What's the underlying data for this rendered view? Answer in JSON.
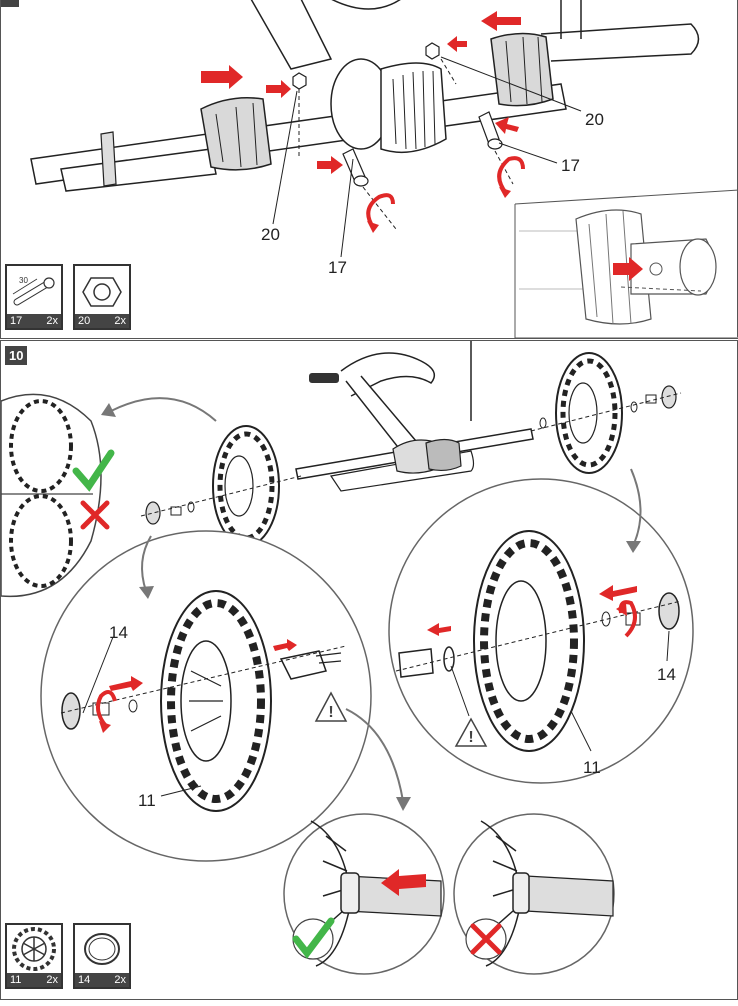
{
  "colors": {
    "arrow_red": "#e02828",
    "check_green": "#43b649",
    "line": "#222222",
    "panel_bg": "#ffffff",
    "badge_bg": "#444444"
  },
  "step9": {
    "callouts": {
      "nut_left": "20",
      "nut_right": "20",
      "bolt_left": "17",
      "bolt_right": "17"
    },
    "parts": [
      {
        "id": "17",
        "qty": "2x",
        "icon": "bolt-icon",
        "dimension": "30"
      },
      {
        "id": "20",
        "qty": "2x",
        "icon": "nut-icon"
      }
    ]
  },
  "step10": {
    "step_number": "10",
    "callouts": {
      "cap_left": "14",
      "wheel_left": "11",
      "cap_right": "14",
      "wheel_right": "11"
    },
    "parts": [
      {
        "id": "11",
        "qty": "2x",
        "icon": "wheel-icon"
      },
      {
        "id": "14",
        "qty": "2x",
        "icon": "hub-cap-icon"
      }
    ]
  }
}
